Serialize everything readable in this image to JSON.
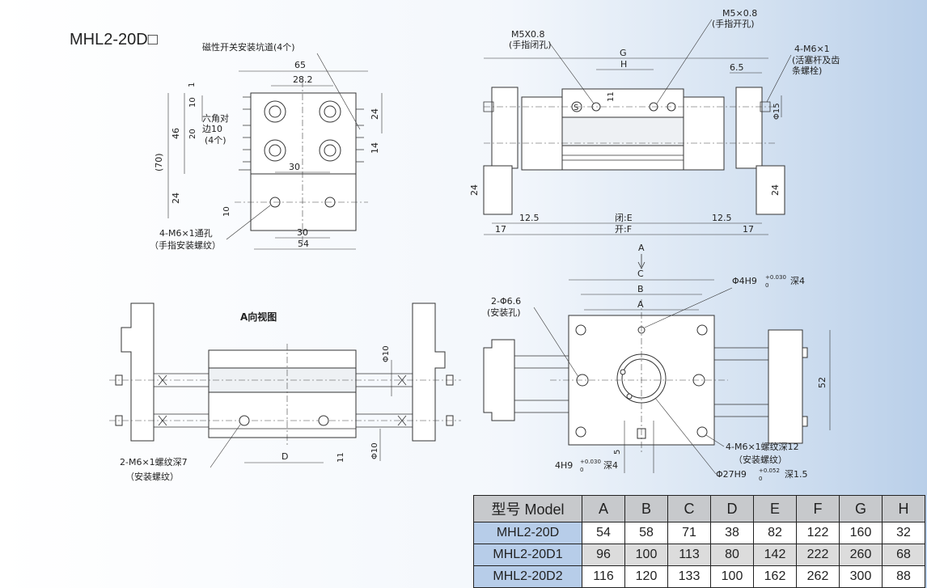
{
  "title": "MHL2-20D□",
  "top_left_view": {
    "callout_sensor": "磁性开关安装坑道(4个)",
    "dims": {
      "w65": "65",
      "w28_2": "28.2",
      "d1": "1",
      "d10": "10",
      "d20": "20",
      "d46": "46",
      "d70": "(70)",
      "d24": "24",
      "d24r": "24",
      "d14": "14",
      "d30": "30",
      "d10b": "10",
      "d30b": "30",
      "d54": "54"
    },
    "hex_label_1": "六角对",
    "hex_label_2": "边10",
    "hex_label_3": "(4个)",
    "thru_callout": "4-M6×1通孔",
    "thru_callout_sub": "（手指安装螺纹）"
  },
  "top_right_view": {
    "m5_close": "M5X0.8",
    "m5_close_sub": "(手指闭孔)",
    "m5_open": "M5×0.8",
    "m5_open_sub": "(手指开孔)",
    "m6_rod_1": "4-M6×1",
    "m6_rod_2": "(活塞杆及齿",
    "m6_rod_3": "条螺栓)",
    "dims": {
      "G": "G",
      "H": "H",
      "d11": "11",
      "d6_5": "6.5",
      "phi15": "Φ15",
      "d24l": "24",
      "d24r": "24",
      "d12_5l": "12.5",
      "d12_5r": "12.5",
      "d17l": "17",
      "d17r": "17",
      "close": "闭:E",
      "open": "开:F"
    },
    "s_mark": "S"
  },
  "bottom_left_view": {
    "view_title": "A向视图",
    "dims": {
      "phi10a": "Φ10",
      "phi10b": "Φ10",
      "D": "D",
      "d11": "11"
    },
    "m6_callout": "2-M6×1螺纹深7",
    "m6_callout_sub": "（安装螺纹）"
  },
  "bottom_right_view": {
    "arrow_label": "A",
    "dims": {
      "C": "C",
      "B": "B",
      "A": "A",
      "d52": "52",
      "d5": "5"
    },
    "hole_callout_1": "2-Φ6.6",
    "hole_callout_2": "(安装孔)",
    "h9_top": "Φ4H9",
    "h9_top_tol": "+0.030",
    "h9_top_tol0": "0",
    "h9_top_depth": "深4",
    "m6_callout": "4-M6×1螺纹深12",
    "m6_callout_sub": "（安装螺纹）",
    "h9_bottom": "4H9",
    "h9_bottom_tol": "+0.030",
    "h9_bottom_tol0": "0",
    "h9_bottom_depth": "深4",
    "phi27": "Φ27H9",
    "phi27_tol": "+0.052",
    "phi27_tol0": "0",
    "phi27_depth": "深1.5"
  },
  "spec_table": {
    "headers": [
      "型号 Model",
      "A",
      "B",
      "C",
      "D",
      "E",
      "F",
      "G",
      "H"
    ],
    "rows": [
      [
        "MHL2-20D",
        "54",
        "58",
        "71",
        "38",
        "82",
        "122",
        "160",
        "32"
      ],
      [
        "MHL2-20D1",
        "96",
        "100",
        "113",
        "80",
        "142",
        "222",
        "260",
        "68"
      ],
      [
        "MHL2-20D2",
        "116",
        "120",
        "133",
        "100",
        "162",
        "262",
        "300",
        "88"
      ]
    ]
  }
}
